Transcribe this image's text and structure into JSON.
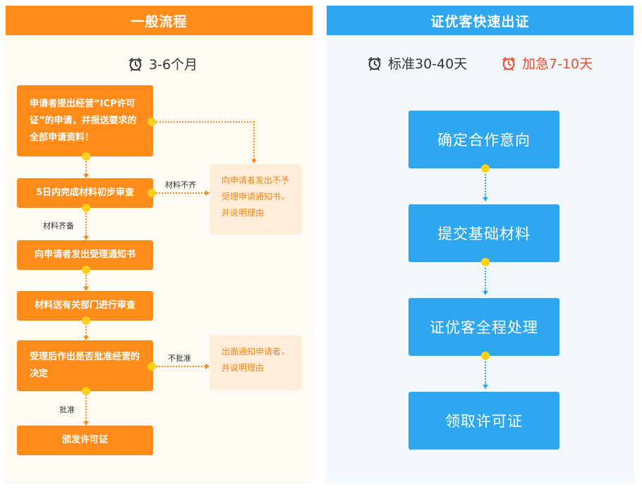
{
  "general": {
    "title": "一般流程",
    "duration": "3-6个月",
    "steps": [
      "申请者提出经营“ICP许可证”的申请，并报送要求的全部申请资料！",
      "5日内完成材料初步审查",
      "向申请者发出受理通知书",
      "材料送有关部门进行审查",
      "受理后作出是否批准经营的决定",
      "颁发许可证"
    ],
    "notes": [
      "向申请者发出不予受理申请通知书，并说明理由",
      "出面通知申请者，并说明理由"
    ],
    "labels": {
      "incomplete": "材料不齐",
      "complete": "材料齐备",
      "rejected": "不批准",
      "approved": "批准"
    }
  },
  "express": {
    "title": "证优客快速出证",
    "standard": "标准30-40天",
    "urgent": "加急7-10天",
    "steps": [
      "确定合作意向",
      "提交基础材料",
      "证优客全程处理",
      "领取许可证"
    ]
  },
  "colors": {
    "orange": "#ff8c1a",
    "blue": "#2ea7f0",
    "urgent_red": "#f04a2a",
    "dot_yellow": "#ffd21a",
    "note_bg": "#ffecd9"
  },
  "icons": {
    "clock": "alarm-clock-icon"
  }
}
